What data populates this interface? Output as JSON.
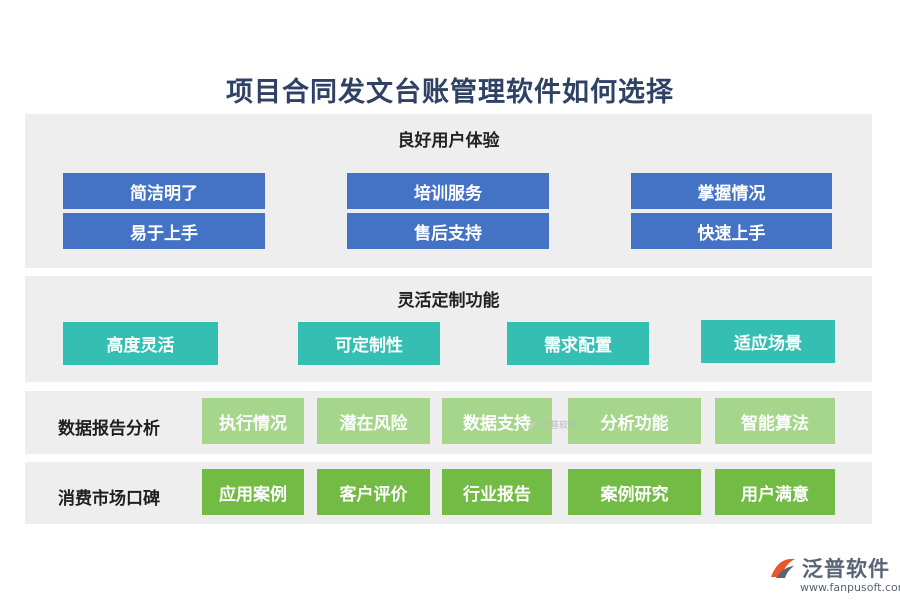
{
  "title": "项目合同发文台账管理软件如何选择",
  "sections": {
    "experience": {
      "title": "良好用户体验",
      "items": [
        "简洁明了",
        "培训服务",
        "掌握情况",
        "易于上手",
        "售后支持",
        "快速上手"
      ]
    },
    "custom": {
      "title": "灵活定制功能",
      "items": [
        "高度灵活",
        "可定制性",
        "需求配置",
        "适应场景"
      ]
    },
    "report": {
      "label": "数据报告分析",
      "items": [
        "执行情况",
        "潜在风险",
        "数据支持",
        "分析功能",
        "智能算法"
      ]
    },
    "market": {
      "label": "消费市场口碑",
      "items": [
        "应用案例",
        "客户评价",
        "行业报告",
        "案例研究",
        "用户满意"
      ]
    }
  },
  "watermark": {
    "text": "泛普软件"
  },
  "logo": {
    "name": "泛普软件",
    "url": "www.fanpusoft.com"
  },
  "colors": {
    "title": "#2f4266",
    "blue": "#4472c4",
    "teal": "#34bfb2",
    "light_green": "#a6d68b",
    "dark_green": "#72bb44",
    "panel": "#eeeeee"
  }
}
